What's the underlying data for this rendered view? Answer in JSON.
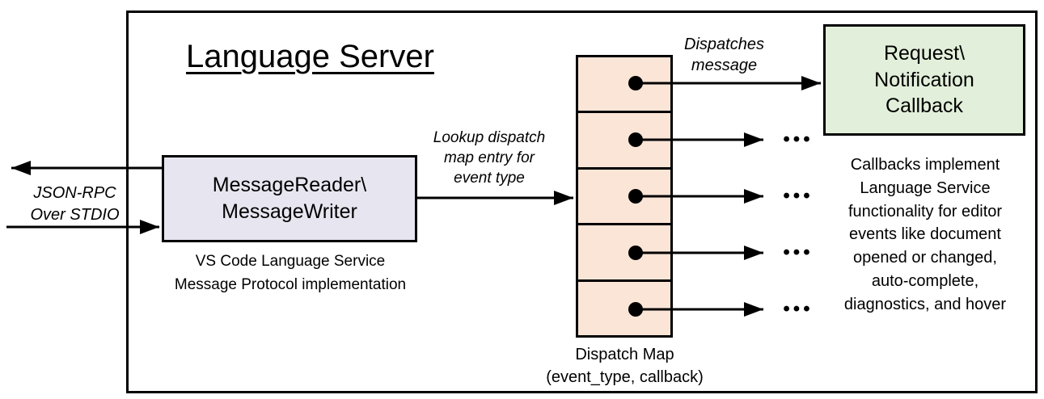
{
  "title": "Language Server",
  "left_io_label": "JSON-RPC\nOver STDIO",
  "message_box": {
    "label": "MessageReader\\\nMessageWriter",
    "caption": "VS Code Language Service\nMessage Protocol implementation"
  },
  "lookup_arrow_label": "Lookup dispatch\nmap entry for\nevent type",
  "dispatch_arrow_label": "Dispatches\nmessage",
  "callback_box": {
    "label": "Request\\\nNotification\nCallback",
    "note": "Callbacks implement\nLanguage Service\nfunctionality for editor\nevents like document\nopened or changed,\nauto-complete,\ndiagnostics, and hover"
  },
  "dispatch_map": {
    "caption": "Dispatch Map\n(event_type, callback)",
    "rows": 5
  },
  "ellipsis": "•••",
  "colors": {
    "message_box_fill": "#e7e6f0",
    "dispatch_map_fill": "#fbe5d6",
    "callback_box_fill": "#e2efda",
    "stroke": "#000000"
  }
}
